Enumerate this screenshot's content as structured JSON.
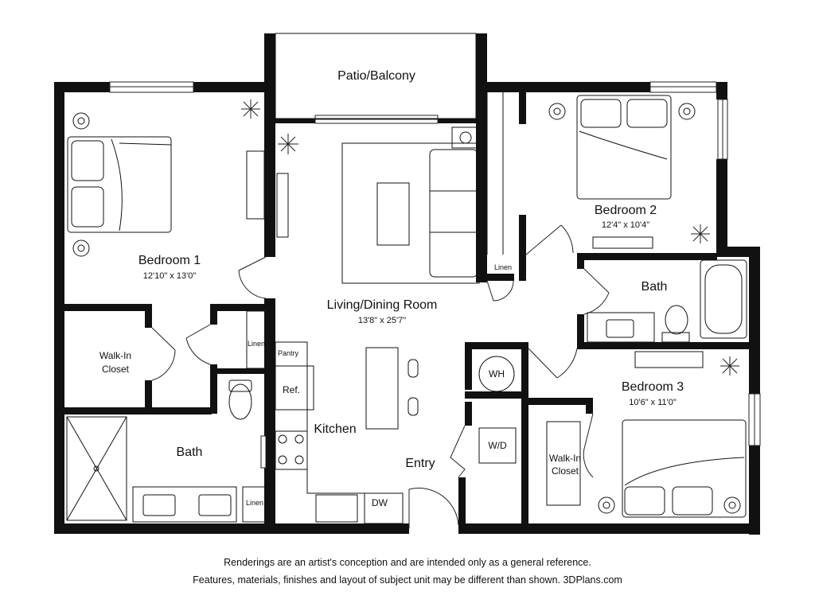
{
  "rooms": {
    "patio": {
      "name": "Patio/Balcony"
    },
    "bedroom1": {
      "name": "Bedroom 1",
      "dims": "12'10\" x 13'0\""
    },
    "bedroom2": {
      "name": "Bedroom 2",
      "dims": "12'4\" x 10'4\""
    },
    "bedroom3": {
      "name": "Bedroom 3",
      "dims": "10'6\" x 11'0\""
    },
    "living": {
      "name": "Living/Dining Room",
      "dims": "13'8\" x 25'7\""
    },
    "kitchen": {
      "name": "Kitchen"
    },
    "entry": {
      "name": "Entry"
    },
    "bath_left": {
      "name": "Bath"
    },
    "bath_right": {
      "name": "Bath"
    },
    "walkin_left": {
      "name": "Walk-In\nCloset",
      "line1": "Walk-In",
      "line2": "Closet"
    },
    "walkin_right": {
      "line1": "Walk-In",
      "line2": "Closet"
    }
  },
  "fixtures": {
    "linen_top": "Linen",
    "linen_mid": "Linen",
    "linen_bottom": "Linen",
    "pantry": "Pantry",
    "ref": "Ref.",
    "wh": "WH",
    "wd": "W/D",
    "dw": "DW"
  },
  "disclaimer": {
    "line1": "Renderings are an artist's conception and are intended only as a general reference.",
    "line2": "Features, materials, finishes and layout of subject unit may be different than shown. 3DPlans.com"
  }
}
